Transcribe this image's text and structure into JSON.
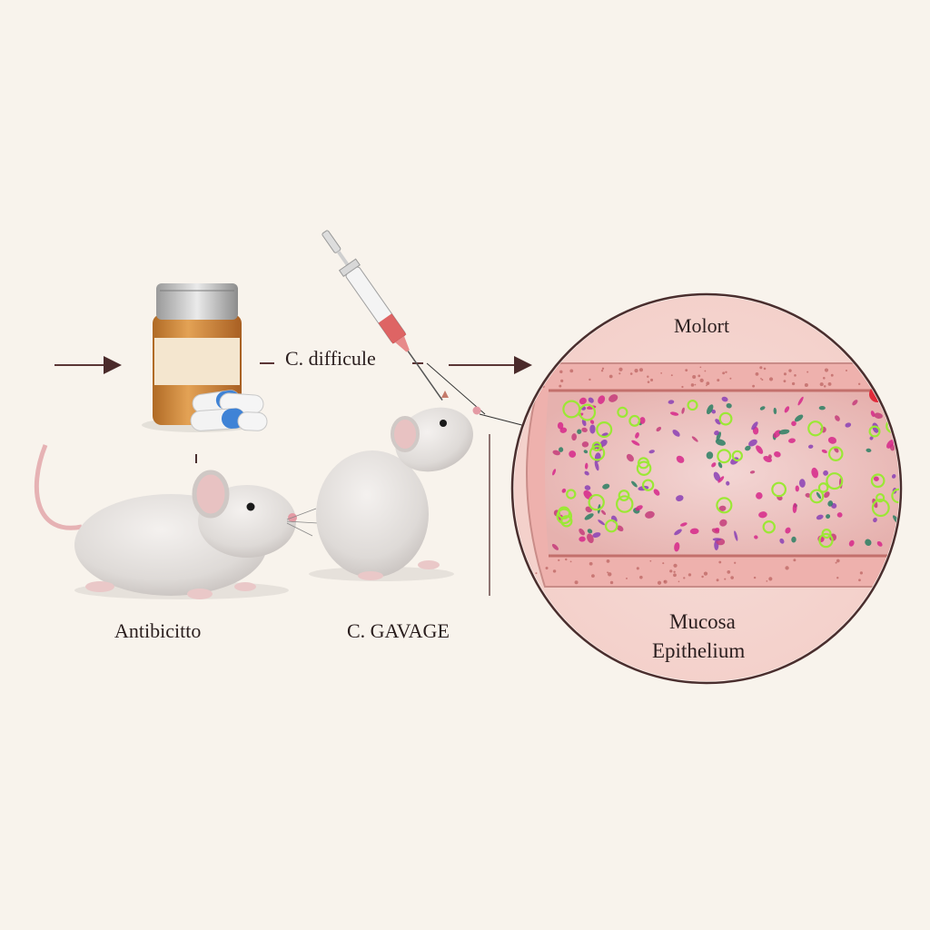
{
  "labels": {
    "antibiotic": "Antibicitto",
    "gavage": "C. GAVAGE",
    "c_difficile": "C. difficule",
    "molort": "Molort",
    "mucosa": "Mucosa",
    "epithelium": "Epithelium"
  },
  "colors": {
    "background": "#f8f3ec",
    "mouse_fur": "#e4dfdc",
    "tissue": "#f1b8b5",
    "lumen": "#efc9c7",
    "bottle": "#d08a3c",
    "bacteria_green": "#9be835",
    "bacteria_magenta": "#d6278a",
    "bacteria_teal": "#2a7f63"
  },
  "icons": [
    "medicine-bottle-icon",
    "capsule-icon",
    "syringe-icon",
    "mouse-icon",
    "arrow-icon",
    "intestine-cross-section",
    "bacteria-icon"
  ]
}
